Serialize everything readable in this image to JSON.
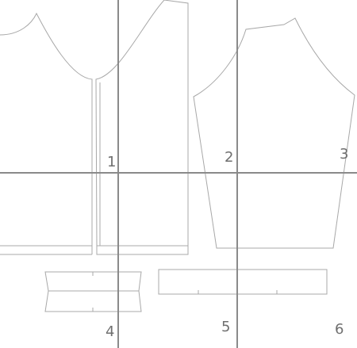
{
  "page_numbers": [
    "1",
    "2",
    "3",
    "4",
    "5",
    "6"
  ],
  "colors": {
    "background": "#ffffff",
    "pattern_outline": "#a8a8a8",
    "tile_grid_lines": "#8a8a8a",
    "page_numbers": "#6f6f6f"
  }
}
